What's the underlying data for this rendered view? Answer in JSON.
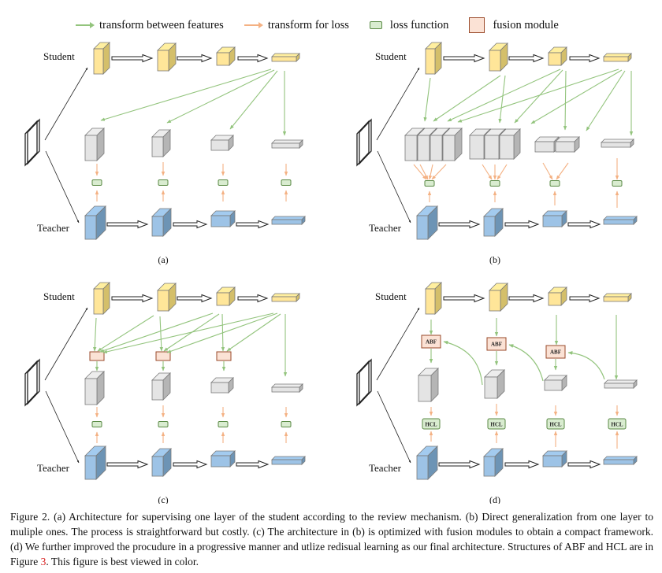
{
  "legend": {
    "items": [
      {
        "label": "transform between features",
        "kind": "arrow",
        "color": "#93c47d"
      },
      {
        "label": "transform for loss",
        "kind": "arrow",
        "color": "#f4b183"
      },
      {
        "label": "loss function",
        "kind": "loss-swatch"
      },
      {
        "label": "fusion module",
        "kind": "fusion-swatch"
      }
    ]
  },
  "labels": {
    "student": "Student",
    "teacher": "Teacher",
    "abf": "ABF",
    "hcl": "HCL"
  },
  "panels": [
    {
      "id": "a",
      "caption": "(a)",
      "variant": "single"
    },
    {
      "id": "b",
      "caption": "(b)",
      "variant": "multi"
    },
    {
      "id": "c",
      "caption": "(c)",
      "variant": "fusion"
    },
    {
      "id": "d",
      "caption": "(d)",
      "variant": "progressive"
    }
  ],
  "colors": {
    "student_fill": "#ffe699",
    "student_side": "#d4bf6a",
    "teacher_fill": "#9dc3e6",
    "teacher_side": "#6d94b5",
    "middle_fill": "#e4e4e4",
    "middle_side": "#b5b5b5",
    "feature_arrow": "#93c47d",
    "loss_arrow": "#f4b183",
    "loss_fill": "#d9ecd0",
    "loss_border": "#5a8a45",
    "fusion_fill": "#fbe2d5",
    "fusion_border": "#9a4a2a",
    "caption_ref": "#d92020"
  },
  "caption": {
    "prefix": "Figure 2. (a) Architecture for supervising one layer of the student according to the review mechanism. (b) Direct generalization from one layer to muliple ones. The process is straightforward but costly. (c) The architecture in (b) is optimized with fusion modules to obtain a compact framework. (d) We further improved the procudure in a progressive manner and utlize redisual learning as our final architecture. Structures of ABF and HCL are in Figure ",
    "ref": "3",
    "suffix": ". This figure is best viewed in color."
  }
}
